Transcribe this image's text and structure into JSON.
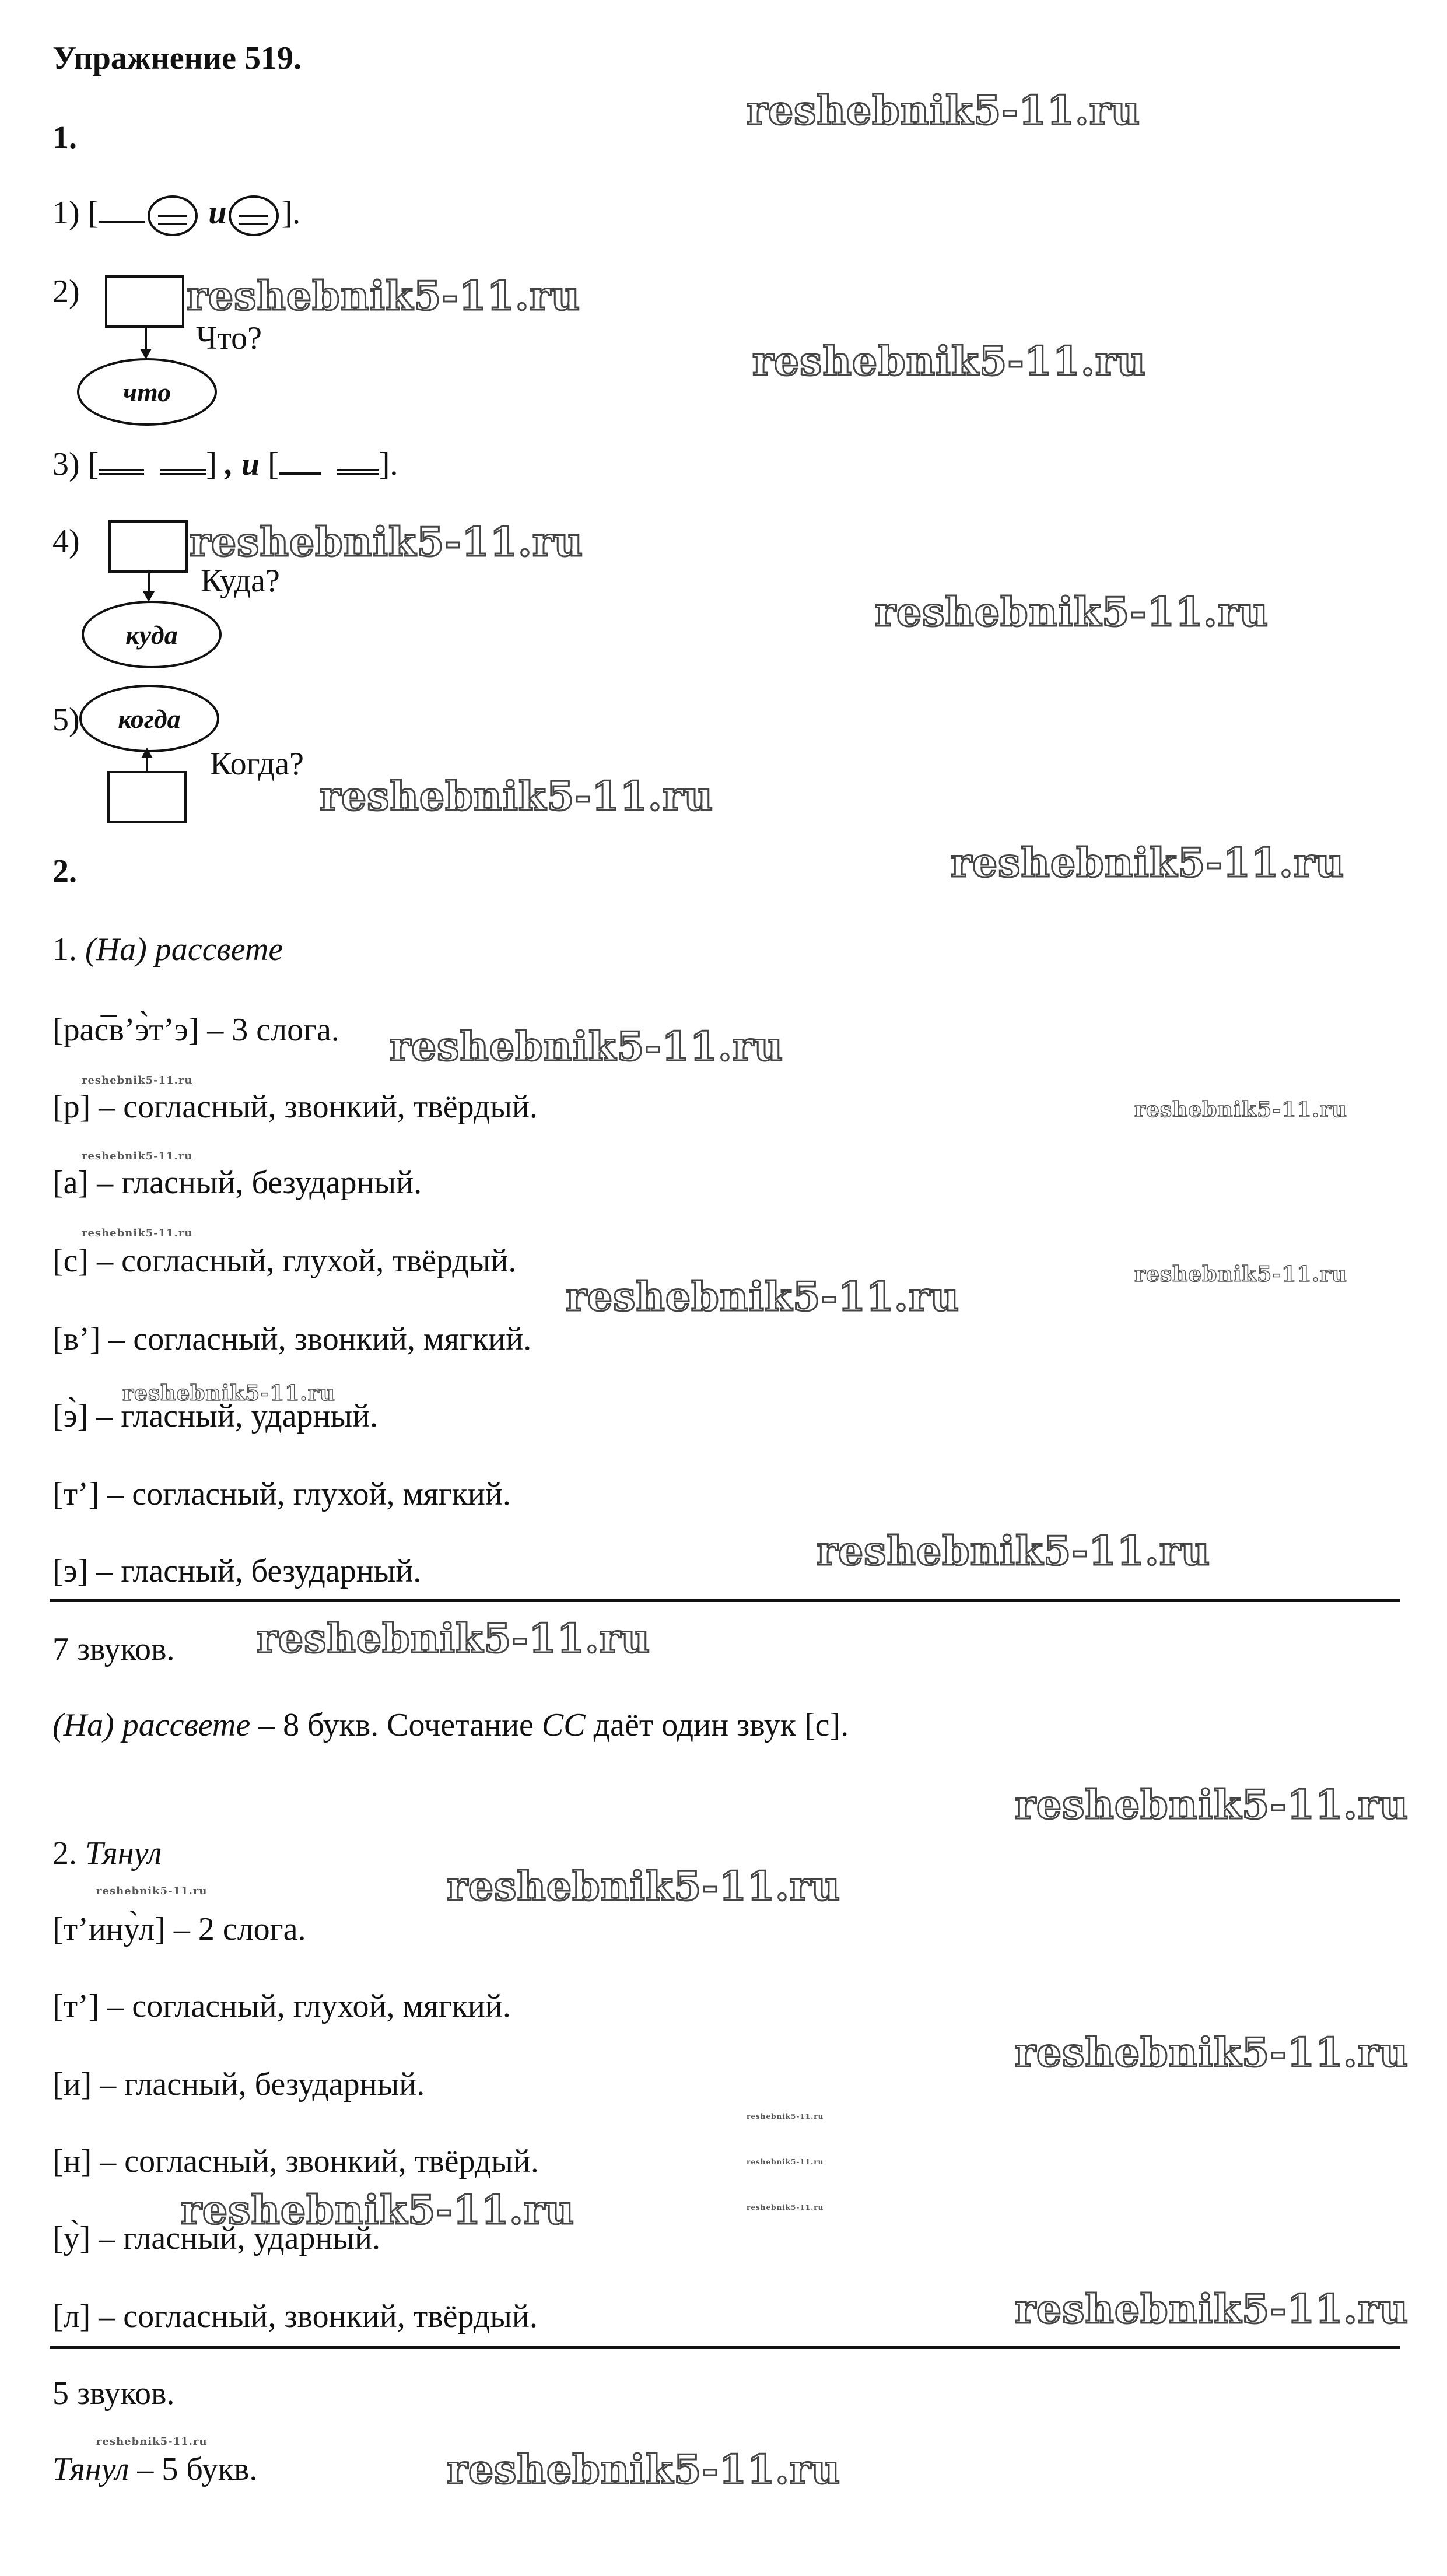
{
  "title": "Упражнение 519.",
  "part1": {
    "label": "1.",
    "s1": {
      "num": "1)",
      "open": "[",
      "conj": "и",
      "close": "]."
    },
    "s2": {
      "num": "2)",
      "question": "Что?",
      "oval": "что"
    },
    "s3": {
      "num": "3)",
      "open1": "[",
      "close1": "]",
      "comma_and": ", и",
      "open2": "[",
      "close2": "]."
    },
    "s4": {
      "num": "4)",
      "question": "Куда?",
      "oval": "куда"
    },
    "s5": {
      "num": "5)",
      "question": "Когда?",
      "oval": "когда"
    }
  },
  "part2": {
    "label": "2.",
    "word1": {
      "num": "1.",
      "word": "(На) рассвете",
      "transcription": "[рас̅в’э̀т’э] – 3 слога.",
      "lines": [
        "[р] – согласный, звонкий, твёрдый.",
        "[а] – гласный, безударный.",
        "[с] – согласный, глухой, твёрдый.",
        "[в’] – согласный, звонкий, мягкий.",
        "[э̀] – гласный, ударный.",
        "[т’] – согласный, глухой, мягкий.",
        "[э] – гласный, безударный."
      ],
      "sounds": "7 звуков.",
      "summary_word": "(На) рассвете",
      "summary_rest": " – 8 букв. Сочетание ",
      "summary_cc": "СС",
      "summary_end": " даёт один звук [с]."
    },
    "word2": {
      "num": "2.",
      "word": "Тянул",
      "transcription": "[т’ину̀л] – 2 слога.",
      "lines": [
        "[т’] – согласный, глухой, мягкий.",
        "[и] – гласный, безударный.",
        "[н] – согласный, звонкий, твёрдый.",
        "[у̀] – гласный, ударный.",
        "[л] – согласный, звонкий, твёрдый."
      ],
      "sounds": "5 звуков.",
      "summary_word": "Тянул",
      "summary_rest": " – 5 букв."
    }
  },
  "watermark": "reshebnik5-11.ru"
}
